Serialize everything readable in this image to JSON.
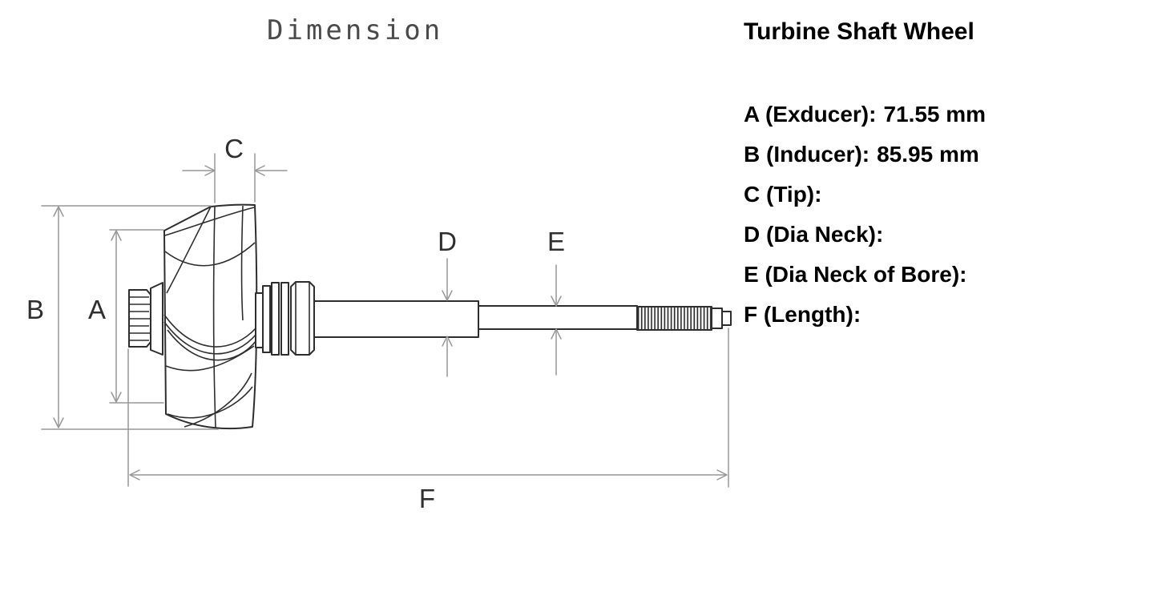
{
  "heading": {
    "text": "Dimension"
  },
  "panel": {
    "title": "Turbine Shaft Wheel",
    "specs": [
      {
        "key": "A",
        "label": "A (Exducer):",
        "value": "71.55 mm"
      },
      {
        "key": "B",
        "label": "B (Inducer):",
        "value": "85.95 mm"
      },
      {
        "key": "C",
        "label": "C (Tip):",
        "value": ""
      },
      {
        "key": "D",
        "label": "D (Dia Neck):",
        "value": ""
      },
      {
        "key": "E",
        "label": "E (Dia Neck of Bore):",
        "value": ""
      },
      {
        "key": "F",
        "label": "F (Length):",
        "value": ""
      }
    ]
  },
  "diagram": {
    "labels": {
      "A": "A",
      "B": "B",
      "C": "C",
      "D": "D",
      "E": "E",
      "F": "F"
    },
    "dimensions": {
      "A": "exducer-diameter",
      "B": "inducer-diameter",
      "C": "tip-width",
      "D": "shaft-neck-diameter",
      "E": "bore-neck-diameter",
      "F": "overall-length"
    },
    "colors": {
      "outline": "#2e2e2e",
      "dimension": "#979797",
      "label": "#2f2f2f",
      "text": "#000000",
      "background": "#ffffff"
    }
  }
}
